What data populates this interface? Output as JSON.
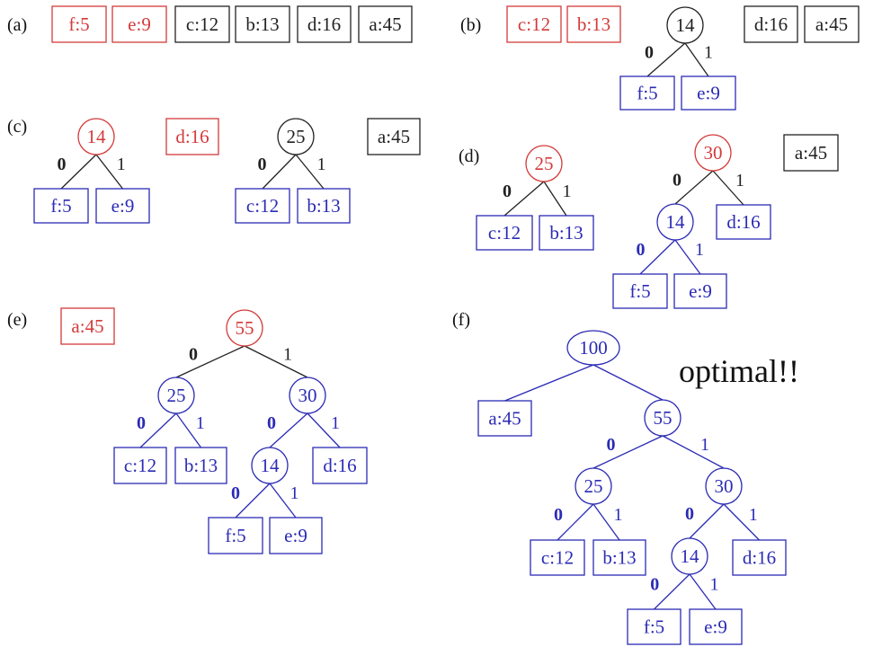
{
  "colors": {
    "red": "#d43a3a",
    "blue": "#2b2bb5",
    "black": "#222222"
  },
  "panels": [
    {
      "key": "a",
      "label": "(a)",
      "nodes": [
        {
          "id": "f",
          "text": "f:5",
          "shape": "box",
          "color": "red"
        },
        {
          "id": "e",
          "text": "e:9",
          "shape": "box",
          "color": "red"
        },
        {
          "id": "c",
          "text": "c:12",
          "shape": "box",
          "color": "black"
        },
        {
          "id": "b",
          "text": "b:13",
          "shape": "box",
          "color": "black"
        },
        {
          "id": "d",
          "text": "d:16",
          "shape": "box",
          "color": "black"
        },
        {
          "id": "a",
          "text": "a:45",
          "shape": "box",
          "color": "black"
        }
      ],
      "edges": []
    },
    {
      "key": "b",
      "label": "(b)",
      "nodes": [
        {
          "id": "c",
          "text": "c:12",
          "shape": "box",
          "color": "red"
        },
        {
          "id": "b",
          "text": "b:13",
          "shape": "box",
          "color": "red"
        },
        {
          "id": "n14",
          "text": "14",
          "shape": "circle",
          "color": "black"
        },
        {
          "id": "d",
          "text": "d:16",
          "shape": "box",
          "color": "black"
        },
        {
          "id": "a",
          "text": "a:45",
          "shape": "box",
          "color": "black"
        },
        {
          "id": "f",
          "text": "f:5",
          "shape": "box",
          "color": "blue"
        },
        {
          "id": "e",
          "text": "e:9",
          "shape": "box",
          "color": "blue"
        }
      ],
      "edges": [
        {
          "from": "n14",
          "to": "f",
          "bit": "0",
          "color": "black"
        },
        {
          "from": "n14",
          "to": "e",
          "bit": "1",
          "color": "black"
        }
      ]
    },
    {
      "key": "c",
      "label": "(c)",
      "nodes": [
        {
          "id": "n14",
          "text": "14",
          "shape": "circle",
          "color": "red"
        },
        {
          "id": "f",
          "text": "f:5",
          "shape": "box",
          "color": "blue"
        },
        {
          "id": "e",
          "text": "e:9",
          "shape": "box",
          "color": "blue"
        },
        {
          "id": "d",
          "text": "d:16",
          "shape": "box",
          "color": "red"
        },
        {
          "id": "n25",
          "text": "25",
          "shape": "circle",
          "color": "black"
        },
        {
          "id": "c",
          "text": "c:12",
          "shape": "box",
          "color": "blue"
        },
        {
          "id": "b",
          "text": "b:13",
          "shape": "box",
          "color": "blue"
        },
        {
          "id": "a",
          "text": "a:45",
          "shape": "box",
          "color": "black"
        }
      ],
      "edges": [
        {
          "from": "n14",
          "to": "f",
          "bit": "0",
          "color": "black"
        },
        {
          "from": "n14",
          "to": "e",
          "bit": "1",
          "color": "black"
        },
        {
          "from": "n25",
          "to": "c",
          "bit": "0",
          "color": "black"
        },
        {
          "from": "n25",
          "to": "b",
          "bit": "1",
          "color": "black"
        }
      ]
    },
    {
      "key": "d",
      "label": "(d)",
      "nodes": [
        {
          "id": "n25",
          "text": "25",
          "shape": "circle",
          "color": "red"
        },
        {
          "id": "c",
          "text": "c:12",
          "shape": "box",
          "color": "blue"
        },
        {
          "id": "b",
          "text": "b:13",
          "shape": "box",
          "color": "blue"
        },
        {
          "id": "n30",
          "text": "30",
          "shape": "circle",
          "color": "red"
        },
        {
          "id": "n14",
          "text": "14",
          "shape": "circle",
          "color": "blue"
        },
        {
          "id": "d",
          "text": "d:16",
          "shape": "box",
          "color": "blue"
        },
        {
          "id": "f",
          "text": "f:5",
          "shape": "box",
          "color": "blue"
        },
        {
          "id": "e",
          "text": "e:9",
          "shape": "box",
          "color": "blue"
        },
        {
          "id": "a",
          "text": "a:45",
          "shape": "box",
          "color": "black"
        }
      ],
      "edges": [
        {
          "from": "n25",
          "to": "c",
          "bit": "0",
          "color": "black"
        },
        {
          "from": "n25",
          "to": "b",
          "bit": "1",
          "color": "black"
        },
        {
          "from": "n30",
          "to": "n14",
          "bit": "0",
          "color": "black"
        },
        {
          "from": "n30",
          "to": "d",
          "bit": "1",
          "color": "black"
        },
        {
          "from": "n14",
          "to": "f",
          "bit": "0",
          "color": "blue"
        },
        {
          "from": "n14",
          "to": "e",
          "bit": "1",
          "color": "blue"
        }
      ]
    },
    {
      "key": "e",
      "label": "(e)",
      "nodes": [
        {
          "id": "a",
          "text": "a:45",
          "shape": "box",
          "color": "red"
        },
        {
          "id": "n55",
          "text": "55",
          "shape": "circle",
          "color": "red"
        },
        {
          "id": "n25",
          "text": "25",
          "shape": "circle",
          "color": "blue"
        },
        {
          "id": "n30",
          "text": "30",
          "shape": "circle",
          "color": "blue"
        },
        {
          "id": "c",
          "text": "c:12",
          "shape": "box",
          "color": "blue"
        },
        {
          "id": "b",
          "text": "b:13",
          "shape": "box",
          "color": "blue"
        },
        {
          "id": "n14",
          "text": "14",
          "shape": "circle",
          "color": "blue"
        },
        {
          "id": "d",
          "text": "d:16",
          "shape": "box",
          "color": "blue"
        },
        {
          "id": "f",
          "text": "f:5",
          "shape": "box",
          "color": "blue"
        },
        {
          "id": "e",
          "text": "e:9",
          "shape": "box",
          "color": "blue"
        }
      ],
      "edges": [
        {
          "from": "n55",
          "to": "n25",
          "bit": "0",
          "color": "black"
        },
        {
          "from": "n55",
          "to": "n30",
          "bit": "1",
          "color": "black"
        },
        {
          "from": "n25",
          "to": "c",
          "bit": "0",
          "color": "blue"
        },
        {
          "from": "n25",
          "to": "b",
          "bit": "1",
          "color": "blue"
        },
        {
          "from": "n30",
          "to": "n14",
          "bit": "0",
          "color": "blue"
        },
        {
          "from": "n30",
          "to": "d",
          "bit": "1",
          "color": "blue"
        },
        {
          "from": "n14",
          "to": "f",
          "bit": "0",
          "color": "blue"
        },
        {
          "from": "n14",
          "to": "e",
          "bit": "1",
          "color": "blue"
        }
      ]
    },
    {
      "key": "f",
      "label": "(f)",
      "note": "optimal!!",
      "nodes": [
        {
          "id": "n100",
          "text": "100",
          "shape": "ellipse",
          "color": "blue"
        },
        {
          "id": "a",
          "text": "a:45",
          "shape": "box",
          "color": "blue"
        },
        {
          "id": "n55",
          "text": "55",
          "shape": "circle",
          "color": "blue"
        },
        {
          "id": "n25",
          "text": "25",
          "shape": "circle",
          "color": "blue"
        },
        {
          "id": "n30",
          "text": "30",
          "shape": "circle",
          "color": "blue"
        },
        {
          "id": "c",
          "text": "c:12",
          "shape": "box",
          "color": "blue"
        },
        {
          "id": "b",
          "text": "b:13",
          "shape": "box",
          "color": "blue"
        },
        {
          "id": "n14",
          "text": "14",
          "shape": "circle",
          "color": "blue"
        },
        {
          "id": "d",
          "text": "d:16",
          "shape": "box",
          "color": "blue"
        },
        {
          "id": "f",
          "text": "f:5",
          "shape": "box",
          "color": "blue"
        },
        {
          "id": "e",
          "text": "e:9",
          "shape": "box",
          "color": "blue"
        }
      ],
      "edges": [
        {
          "from": "n100",
          "to": "a",
          "bit": "",
          "color": "blue"
        },
        {
          "from": "n100",
          "to": "n55",
          "bit": "",
          "color": "blue"
        },
        {
          "from": "n55",
          "to": "n25",
          "bit": "0",
          "color": "blue"
        },
        {
          "from": "n55",
          "to": "n30",
          "bit": "1",
          "color": "blue"
        },
        {
          "from": "n25",
          "to": "c",
          "bit": "0",
          "color": "blue"
        },
        {
          "from": "n25",
          "to": "b",
          "bit": "1",
          "color": "blue"
        },
        {
          "from": "n30",
          "to": "n14",
          "bit": "0",
          "color": "blue"
        },
        {
          "from": "n30",
          "to": "d",
          "bit": "1",
          "color": "blue"
        },
        {
          "from": "n14",
          "to": "f",
          "bit": "0",
          "color": "blue"
        },
        {
          "from": "n14",
          "to": "e",
          "bit": "1",
          "color": "blue"
        }
      ]
    }
  ]
}
